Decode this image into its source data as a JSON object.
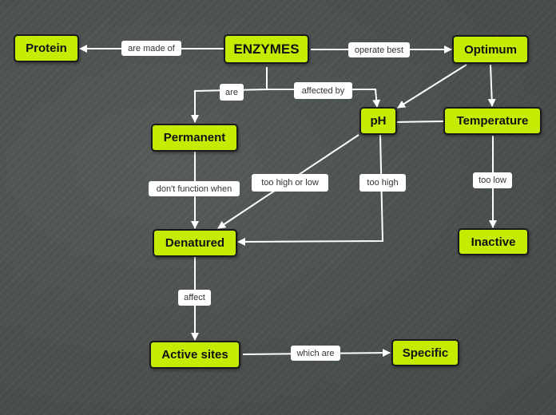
{
  "concepts": {
    "enzymes": "ENZYMES",
    "protein": "Protein",
    "optimum": "Optimum",
    "permanent": "Permanent",
    "ph": "pH",
    "temperature": "Temperature",
    "denatured": "Denatured",
    "inactive": "Inactive",
    "active_sites": "Active sites",
    "specific": "Specific"
  },
  "links": {
    "are_made_of": "are made of",
    "operate_best": "operate best",
    "are": "are",
    "affected_by": "affected by",
    "dont_function_when": "don't function when",
    "too_high_or_low": "too high or low",
    "too_high": "too high",
    "too_low": "too low",
    "affect": "affect",
    "which_are": "which are"
  },
  "colors": {
    "node_fill": "#c5ec00",
    "node_border": "#1a1a1a",
    "connector": "#ffffff",
    "background": "#4d5352"
  }
}
